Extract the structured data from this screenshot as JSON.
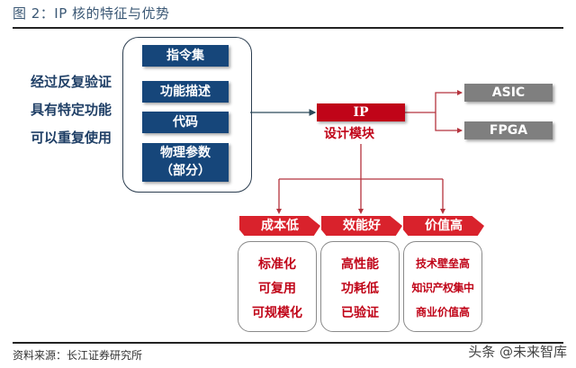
{
  "header": {
    "title": "图 2：IP 核的特征与优势"
  },
  "left_features": [
    "经过反复验证",
    "具有特定功能",
    "可以重复使用"
  ],
  "components": [
    "指令集",
    "功能描述",
    "代码",
    "物理参数",
    "（部分）"
  ],
  "ip_block": {
    "label": "IP",
    "sublabel": "设计模块"
  },
  "targets": [
    "ASIC",
    "FPGA"
  ],
  "advantages": [
    {
      "title": "成本低",
      "items": [
        "标准化",
        "可复用",
        "可规模化"
      ]
    },
    {
      "title": "效能好",
      "items": [
        "高性能",
        "功耗低",
        "已验证"
      ]
    },
    {
      "title": "价值高",
      "items": [
        "技术壁垒高",
        "知识产权集中",
        "商业价值高"
      ]
    }
  ],
  "footer": {
    "source": "资料来源：长江证券研究所",
    "watermark": "头条 @未来智库"
  },
  "colors": {
    "navy": "#16467a",
    "red": "#c00418",
    "gray": "#7f7f7f",
    "title": "#3b5875"
  }
}
